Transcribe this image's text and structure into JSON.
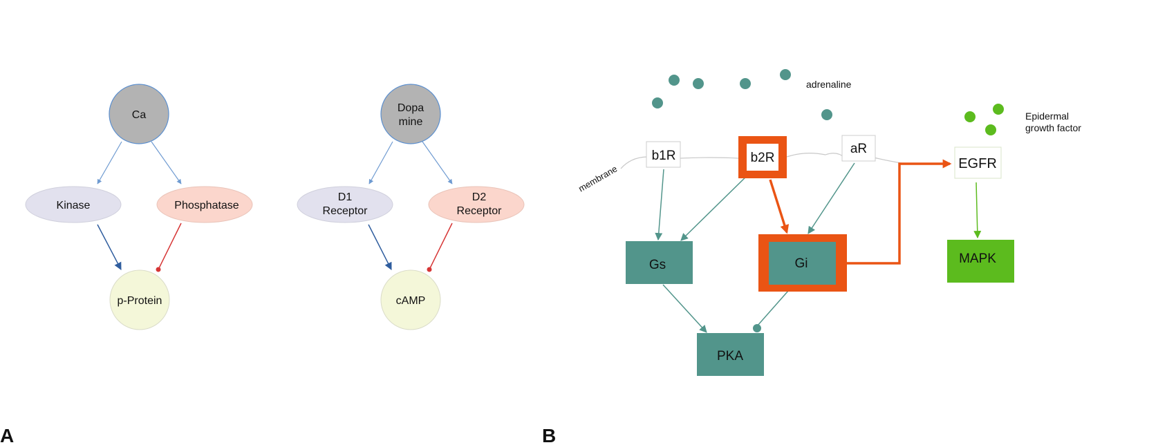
{
  "panels": {
    "a": "A",
    "b": "B"
  },
  "colors": {
    "grey": "#b3b3b3",
    "lavender": "#e2e1ee",
    "pink": "#fbd6cc",
    "cream": "#f4f7d9",
    "blue_arrow": "#2f5d9e",
    "light_blue_arrow": "#6f9bd1",
    "red_inhibit": "#d63535",
    "teal": "#52958b",
    "orange": "#ea5414",
    "green": "#5cbb1e"
  },
  "panel_a_left": {
    "top": "Ca",
    "left": "Kinase",
    "right": "Phosphatase",
    "bottom": "p-Protein"
  },
  "panel_a_right": {
    "top_line1": "Dopa",
    "top_line2": "mine",
    "left_line1": "D1",
    "left_line2": "Receptor",
    "right_line1": "D2",
    "right_line2": "Receptor",
    "bottom": "cAMP"
  },
  "panel_b": {
    "ligand": "adrenaline",
    "egf_line1": "Epidermal",
    "egf_line2": "growth factor",
    "membrane": "membrane",
    "b1r": "b1R",
    "b2r": "b2R",
    "ar": "aR",
    "egfr": "EGFR",
    "gs": "Gs",
    "gi": "Gi",
    "pka": "PKA",
    "mapk": "MAPK"
  }
}
